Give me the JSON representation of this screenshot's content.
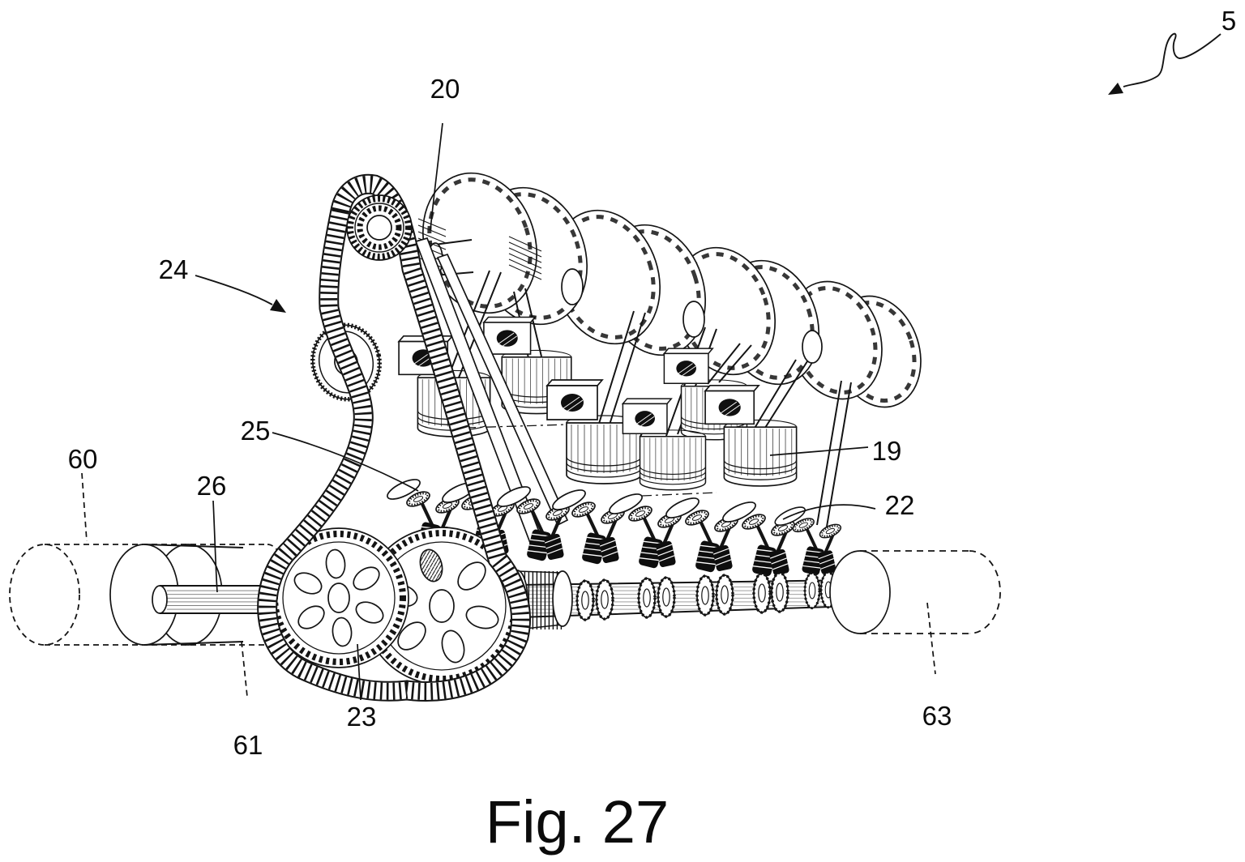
{
  "figure": {
    "caption": "Fig. 27"
  },
  "labels": {
    "n5": "5",
    "n19": "19",
    "n20": "20",
    "n22": "22",
    "n23": "23",
    "n24": "24",
    "n25": "25",
    "n26": "26",
    "n60": "60",
    "n61": "61",
    "n63": "63"
  },
  "colors": {
    "ink": "#141414",
    "paper": "#ffffff"
  }
}
